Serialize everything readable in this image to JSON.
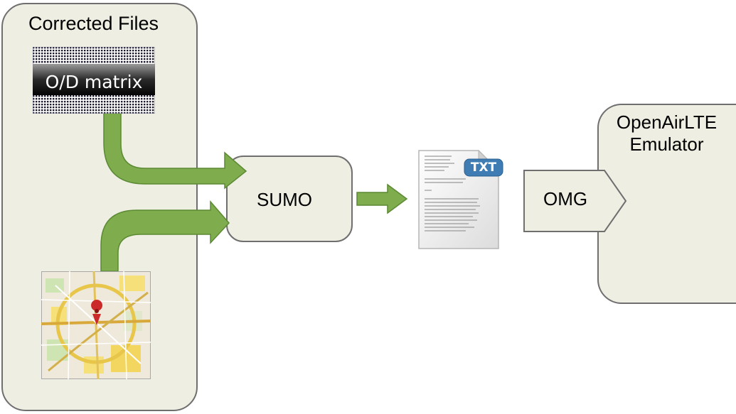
{
  "corrected_files": {
    "title": "Corrected Files"
  },
  "od_matrix": {
    "label": "O/D matrix"
  },
  "map": {
    "icon": "map-with-location-pin",
    "pin_color": "#cc2a2a"
  },
  "sumo": {
    "label": "SUMO"
  },
  "text_file": {
    "badge": "TXT",
    "icon": "text-document"
  },
  "omg": {
    "label": "OMG"
  },
  "emulator": {
    "title": "OpenAirLTE Emulator"
  },
  "colors": {
    "arrow_fill": "#7fad4e",
    "arrow_stroke": "#5b8a33",
    "box_fill": "#eeeee2",
    "box_border": "#6f6f6f",
    "badge": "#3f7cb3"
  }
}
